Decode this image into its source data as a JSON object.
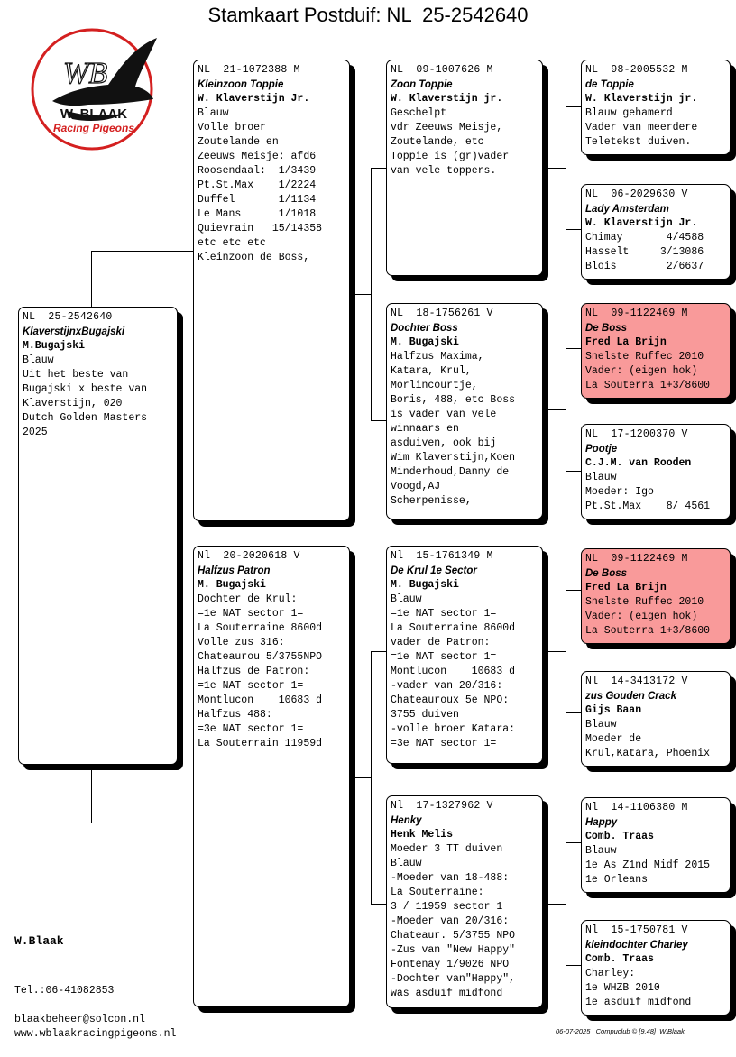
{
  "title": "Stamkaart Postduif: NL  25-2542640",
  "logo": {
    "monogram": "WB",
    "name": "W. BLAAK",
    "tagline": "Racing Pigeons"
  },
  "colors": {
    "highlight": "#f99a9a",
    "logo_red": "#d42020"
  },
  "cards": {
    "subject": {
      "reg": "NL  25-2542640",
      "name": "KlaverstijnxBugajski",
      "owner": "M.Bugajski",
      "lines": [
        "Blauw",
        "Uit het beste van",
        "Bugajski x beste van",
        "Klaverstijn, 020",
        "Dutch Golden Masters",
        "2025"
      ]
    },
    "sire": {
      "reg": "NL  21-1072388 M",
      "name": "Kleinzoon Toppie",
      "owner": "W. Klaverstijn Jr.",
      "lines": [
        "Blauw",
        "Volle broer",
        "Zoutelande en",
        "Zeeuws Meisje: afd6",
        "Roosendaal:  1/3439",
        "Pt.St.Max    1/2224",
        "Duffel       1/1134",
        "Le Mans      1/1018",
        "Quievrain   15/14358",
        "etc etc etc",
        "Kleinzoon de Boss,"
      ]
    },
    "dam": {
      "reg": "Nl  20-2020618 V",
      "name": "Halfzus Patron",
      "owner": "M. Bugajski",
      "lines": [
        "Dochter de Krul:",
        "=1e NAT sector 1=",
        "La Souterraine 8600d",
        "Volle zus 316:",
        "Chateaurou 5/3755NPO",
        "Halfzus de Patron:",
        "=1e NAT sector 1=",
        "Montlucon    10683 d",
        "Halfzus 488:",
        "=3e NAT sector 1=",
        "La Souterrain 11959d"
      ]
    },
    "ss": {
      "reg": "NL  09-1007626 M",
      "name": "Zoon Toppie",
      "owner": "W. Klaverstijn jr.",
      "lines": [
        "Geschelpt",
        "vdr Zeeuws Meisje,",
        "Zoutelande, etc",
        "Toppie is (gr)vader",
        "van vele toppers."
      ]
    },
    "sd": {
      "reg": "NL  18-1756261 V",
      "name": "Dochter Boss",
      "owner": "M. Bugajski",
      "lines": [
        "Halfzus Maxima,",
        "Katara, Krul,",
        "Morlincourtje,",
        "Boris, 488, etc Boss",
        "is vader van vele",
        "winnaars en",
        "asduiven, ook bij",
        "Wim Klaverstijn,Koen",
        "Minderhoud,Danny de",
        "Voogd,AJ",
        "Scherpenisse,"
      ]
    },
    "ds": {
      "reg": "Nl  15-1761349 M",
      "name": "De Krul 1e Sector",
      "owner": "M. Bugajski",
      "lines": [
        "Blauw",
        "=1e NAT sector 1=",
        "La Souterraine 8600d",
        "vader de Patron:",
        "=1e NAT sector 1=",
        "Montlucon    10683 d",
        "-vader van 20/316:",
        "Chateauroux 5e NPO:",
        "3755 duiven",
        "-volle broer Katara:",
        "=3e NAT sector 1="
      ]
    },
    "dd": {
      "reg": "Nl  17-1327962 V",
      "name": "Henky",
      "owner": "Henk Melis",
      "lines": [
        "Moeder 3 TT duiven",
        "Blauw",
        "-Moeder van 18-488:",
        "La Souterraine:",
        "3 / 11959 sector 1",
        "-Moeder van 20/316:",
        "Chateaur. 5/3755 NPO",
        "-Zus van \"New Happy\"",
        "Fontenay 1/9026 NPO",
        "-Dochter van\"Happy\",",
        "was asduif midfond"
      ]
    },
    "sss": {
      "reg": "NL  98-2005532 M",
      "name": "de Toppie",
      "owner": "W. Klaverstijn jr.",
      "lines": [
        "Blauw gehamerd",
        "Vader van meerdere",
        "Teletekst duiven."
      ]
    },
    "ssd": {
      "reg": "NL  06-2029630 V",
      "name": "Lady Amsterdam",
      "owner": "W. Klaverstijn Jr.",
      "lines": [
        "Chimay       4/4588",
        "Hasselt     3/13086",
        "Blois        2/6637"
      ]
    },
    "sds": {
      "reg": "NL  09-1122469 M",
      "name": "De Boss",
      "owner": "Fred La Brijn",
      "lines": [
        "Snelste Ruffec 2010",
        "Vader: (eigen hok)",
        "La Souterra 1+3/8600"
      ]
    },
    "sdd": {
      "reg": "NL  17-1200370 V",
      "name": "Pootje",
      "owner": "C.J.M. van Rooden",
      "lines": [
        "Blauw",
        "Moeder: Igo",
        "Pt.St.Max    8/ 4561"
      ]
    },
    "dss": {
      "reg": "NL  09-1122469 M",
      "name": "De Boss",
      "owner": "Fred La Brijn",
      "lines": [
        "Snelste Ruffec 2010",
        "Vader: (eigen hok)",
        "La Souterra 1+3/8600"
      ]
    },
    "dsd": {
      "reg": "Nl  14-3413172 V",
      "name": "zus Gouden Crack",
      "owner": "Gijs Baan",
      "lines": [
        "Blauw",
        "Moeder de",
        "Krul,Katara, Phoenix"
      ]
    },
    "dds": {
      "reg": "Nl  14-1106380 M",
      "name": "Happy",
      "owner": "Comb. Traas",
      "lines": [
        "Blauw",
        "1e As Z1nd Midf 2015",
        "1e Orleans"
      ]
    },
    "ddd": {
      "reg": "Nl  15-1750781 V",
      "name": "kleindochter Charley",
      "owner": "Comb. Traas",
      "lines": [
        "Charley:",
        "1e WHZB 2010",
        "1e asduif midfond"
      ]
    }
  },
  "footer": {
    "owner": "W.Blaak",
    "tel": "Tel.:06-41082853",
    "email": "blaakbeheer@solcon.nl",
    "web": "www.wblaakracingpigeons.nl",
    "print": "06-07-2025   Compuclub © [9.48]  W.Blaak"
  }
}
